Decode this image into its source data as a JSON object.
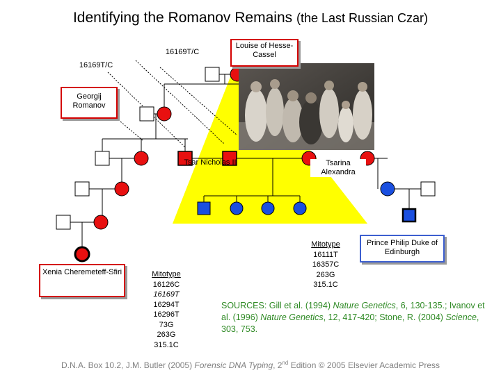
{
  "title": {
    "main": "Identifying the Romanov Remains",
    "sub": "(the Last Russian Czar)"
  },
  "labels": {
    "louise": "Louise of Hesse-Cassel",
    "mito_top_center": "16169T/C",
    "mito_top_left": "16169T/C",
    "georgij": "Georgij Romanov",
    "tsar": "Tsar Nicholas II",
    "tsarina": "Tsarina Alexandra",
    "xenia": "Xenia Cheremeteff-Sfiri",
    "philip": "Prince Philip Duke of Edinburgh"
  },
  "mitotype_left": {
    "header": "Mitotype",
    "lines": [
      "16126C",
      "16169T",
      "16294T",
      "16296T",
      "73G",
      "263G",
      "315.1C"
    ]
  },
  "mitotype_right": {
    "header": "Mitotype",
    "lines": [
      "16111T",
      "16357C",
      "263G",
      "315.1C"
    ]
  },
  "sources": {
    "prefix": "SOURCES: Gill et al. (1994) ",
    "journal1": "Nature Genetics",
    "cite1": ", 6, 130‑135.; Ivanov et al. (1996) ",
    "journal2": "Nature Genetics",
    "cite2": ", 12, 417‑420; Stone, R. (2004) ",
    "journal3": "Science",
    "cite3": ", 303, 753."
  },
  "footer": {
    "part1": "D.N.A. Box 10.2, J.M. Butler (2005) ",
    "book": "Forensic DNA Typing",
    "part2": ", 2",
    "sup": "nd",
    "part3": " Edition © 2005 Elsevier Academic Press"
  },
  "colors": {
    "red": "#e81010",
    "blue": "#1a4fe0",
    "yellow": "#ffff00",
    "box_red": "#d40000",
    "box_blue": "#3d5fd0",
    "sources_green": "#2f8a25",
    "footer_gray": "#808080"
  }
}
